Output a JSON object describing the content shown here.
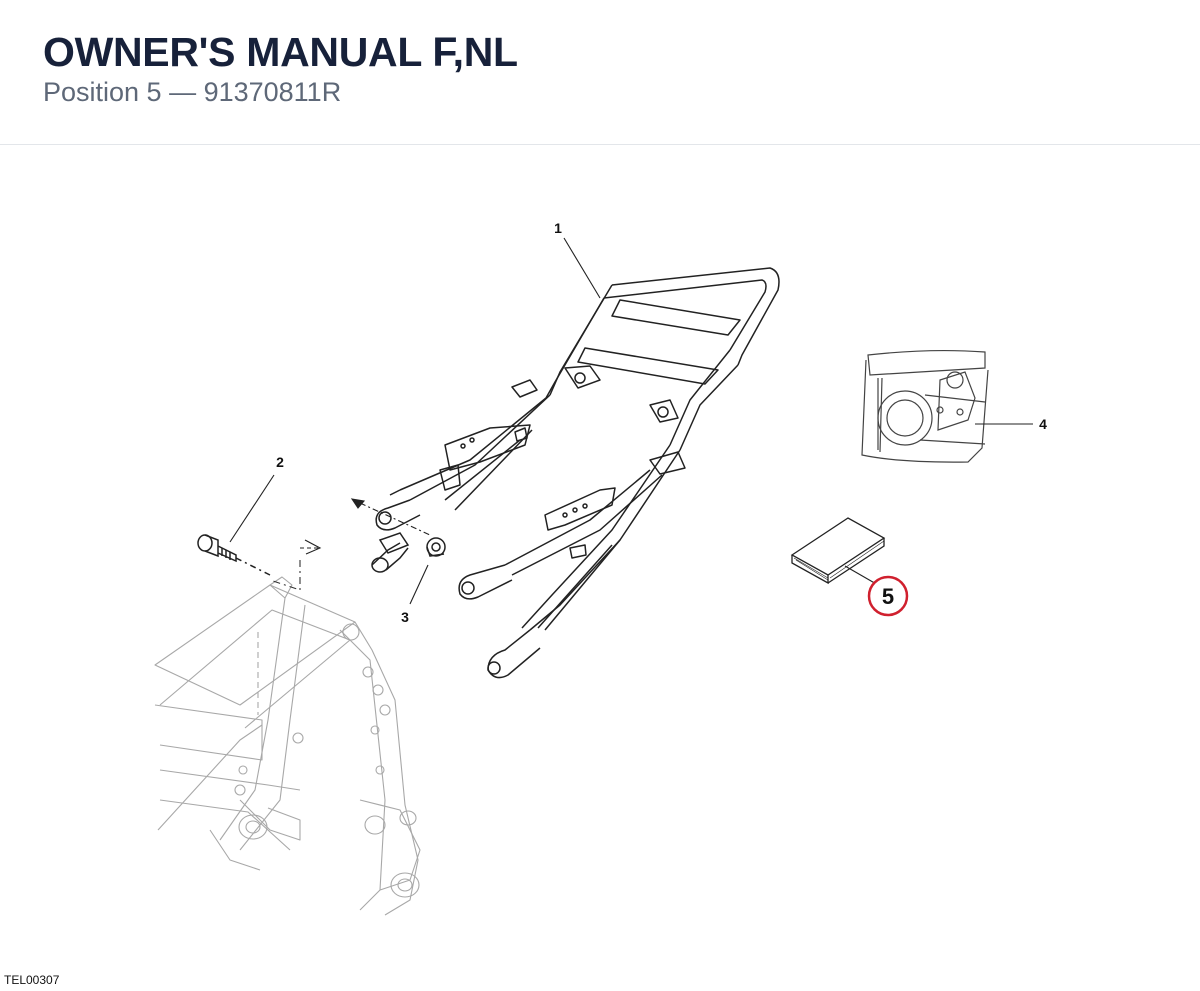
{
  "header": {
    "title": "OWNER'S MANUAL F,NL",
    "subtitle": "Position 5 — 91370811R"
  },
  "diagram": {
    "callouts": [
      "1",
      "2",
      "3",
      "4",
      "5"
    ],
    "highlighted_callout": "5",
    "highlight_color": "#d0202e",
    "figure_code": "TEL00307"
  },
  "colors": {
    "title": "#17213a",
    "subtitle": "#5e6878",
    "line_art": "#222222",
    "faded_line_art": "#9a9a9a"
  }
}
